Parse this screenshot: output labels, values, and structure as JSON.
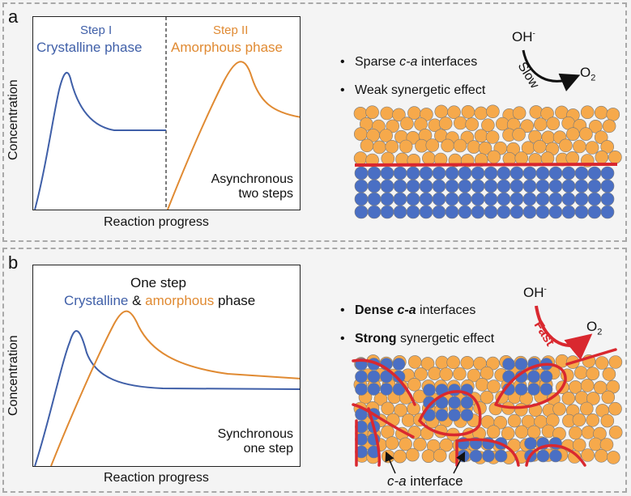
{
  "panel_a": {
    "letter": "a",
    "ylabel": "Concentration",
    "xlabel": "Reaction progress",
    "step1_label": "Step I",
    "step1_phase": "Crystalline  phase",
    "step2_label": "Step II",
    "step2_phase": "Amorphous phase",
    "note_line1": "Asynchronous",
    "note_line2": "two steps",
    "bullet1_pre": "Sparse ",
    "bullet1_em": "c-a",
    "bullet1_post": " interfaces",
    "bullet2": "Weak synergetic effect",
    "reactant": "OH",
    "reactant_sup": "-",
    "rate_word": "Slow",
    "product": "O",
    "product_sub": "2"
  },
  "panel_b": {
    "letter": "b",
    "ylabel": "Concentration",
    "xlabel": "Reaction progress",
    "title1": "One step",
    "title2_crystalline": "Crystalline",
    "title2_amp": " & ",
    "title2_amorphous": "amorphous",
    "title2_phase": " phase",
    "note_line1": "Synchronous",
    "note_line2": "one step",
    "bullet1_bold": "Dense ",
    "bullet1_em": "c-a",
    "bullet1_post": " interfaces",
    "bullet2_bold": "Strong",
    "bullet2_post": " synergetic effect",
    "reactant": "OH",
    "reactant_sup": "-",
    "rate_word": "Fast",
    "product": "O",
    "product_sub": "2",
    "interface_em": "c-a",
    "interface_word": "  interface"
  },
  "colors": {
    "crystalline": "#4a6fc4",
    "amorphous": "#f6a94b",
    "interface": "#d9282f",
    "curve_blue": "#3f5fa8",
    "curve_orange": "#e08a32",
    "panel_border": "#a9a9a9"
  }
}
